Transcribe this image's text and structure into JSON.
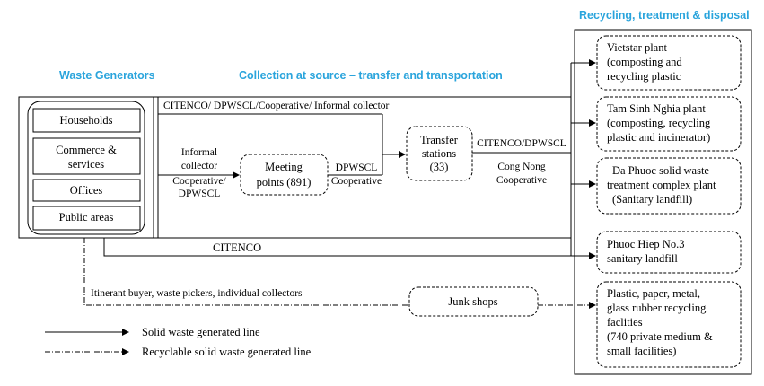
{
  "headers": {
    "waste_generators": "Waste Generators",
    "collection": "Collection at source – transfer and transportation",
    "recycling": "Recycling, treatment & disposal"
  },
  "generators": [
    "Households",
    "Commerce &",
    "services",
    "Offices",
    "Public areas"
  ],
  "flow_labels": {
    "top_route": "CITENCO/ DPWSCL/Cooperative/ Informal collector",
    "informal_collector": [
      "Informal",
      "collector"
    ],
    "coop_dpwscl": [
      "Cooperative/",
      "DPWSCL"
    ],
    "dpwscl_coop": [
      "DPWSCL",
      "Cooperative"
    ],
    "citenco_dpwscl": "CITENCO/DPWSCL",
    "cong_nong": [
      "Cong Nong",
      "Cooperative"
    ],
    "citenco": "CITENCO",
    "itinerant": "Itinerant buyer, waste pickers, individual collectors"
  },
  "nodes": {
    "meeting_points": [
      "Meeting",
      "points (891)"
    ],
    "transfer_stations": [
      "Transfer",
      "stations",
      "(33)"
    ],
    "junk_shops": "Junk shops"
  },
  "facilities": {
    "vietstar": [
      "Vietstar plant",
      "(composting and",
      "recycling  plastic"
    ],
    "tam_sinh_nghia": [
      "Tam Sinh Nghia plant",
      "(composting, recycling",
      "plastic and incinerator)"
    ],
    "da_phuoc": [
      "Da Phuoc solid waste",
      "treatment complex plant",
      "(Sanitary landfill)"
    ],
    "phuoc_hiep": [
      "Phuoc Hiep No.3",
      "sanitary landfill"
    ],
    "recyclers": [
      "Plastic, paper, metal,",
      "glass rubber recycling",
      "faclities",
      "(740 private medium &",
      "small facilities)"
    ]
  },
  "legend": {
    "solid": "Solid waste generated line",
    "dashdot": "Recyclable solid waste generated line"
  }
}
